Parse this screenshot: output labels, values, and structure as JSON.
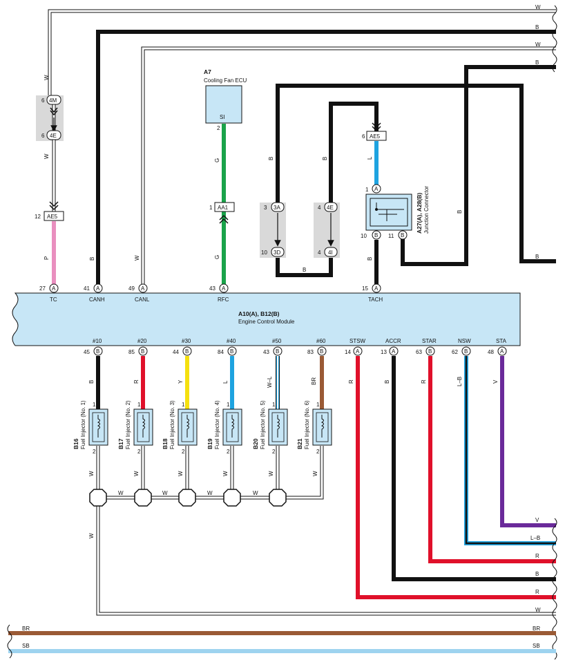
{
  "colors": {
    "B": "#111111",
    "W": "#ffffff",
    "G": "#1aa34a",
    "P": "#e98fbf",
    "L": "#1ea3e0",
    "R": "#e0102a",
    "Y": "#f5e00f",
    "BR": "#9a5a35",
    "V": "#6a2a9a",
    "SB": "#9ed3ef",
    "module_fill": "#c7e6f6",
    "connector_fill": "#d9d9d9",
    "component_fill": "#c7e6f6"
  },
  "ecm": {
    "title": "A10(A), B12(B)",
    "subtitle": "Engine Control Module"
  },
  "fan_ecu": {
    "id": "A7",
    "name": "Cooling Fan ECU",
    "terminal": "SI",
    "pin": "2"
  },
  "junction": {
    "title": "A27(A), A28(B)",
    "subtitle": "Junction Connector"
  },
  "ecm_top_pins": [
    {
      "label": "TC",
      "num": "27",
      "cav": "A"
    },
    {
      "label": "CANH",
      "num": "41",
      "cav": "A"
    },
    {
      "label": "CANL",
      "num": "49",
      "cav": "A"
    },
    {
      "label": "RFC",
      "num": "43",
      "cav": "A"
    },
    {
      "label": "TACH",
      "num": "15",
      "cav": "A"
    }
  ],
  "ecm_bottom_pins": [
    {
      "label": "#10",
      "num": "45",
      "cav": "B",
      "wire": "B"
    },
    {
      "label": "#20",
      "num": "85",
      "cav": "B",
      "wire": "R"
    },
    {
      "label": "#30",
      "num": "44",
      "cav": "B",
      "wire": "Y"
    },
    {
      "label": "#40",
      "num": "84",
      "cav": "B",
      "wire": "L"
    },
    {
      "label": "#50",
      "num": "43",
      "cav": "B",
      "wire": "W–L"
    },
    {
      "label": "#60",
      "num": "83",
      "cav": "B",
      "wire": "BR"
    },
    {
      "label": "STSW",
      "num": "14",
      "cav": "A",
      "wire": "R"
    },
    {
      "label": "ACCR",
      "num": "13",
      "cav": "A",
      "wire": "B"
    },
    {
      "label": "STAR",
      "num": "63",
      "cav": "B",
      "wire": "R"
    },
    {
      "label": "NSW",
      "num": "62",
      "cav": "B",
      "wire": "L–B"
    },
    {
      "label": "STA",
      "num": "48",
      "cav": "A",
      "wire": "V"
    }
  ],
  "injectors": [
    {
      "id": "B16",
      "name": "Fuel Injector (No. 1)"
    },
    {
      "id": "B17",
      "name": "Fuel Injector (No. 2)"
    },
    {
      "id": "B18",
      "name": "Fuel Injector (No. 3)"
    },
    {
      "id": "B19",
      "name": "Fuel Injector (No. 4)"
    },
    {
      "id": "B20",
      "name": "Fuel Injector (No. 5)"
    },
    {
      "id": "B21",
      "name": "Fuel Injector (No. 6)"
    }
  ],
  "connectors": {
    "c4M": "4M",
    "c4E_left": "4E",
    "cAE5_left": "AE5",
    "cAA1": "AA1",
    "c3A": "3A",
    "c3D": "3D",
    "c4E": "4E",
    "c4I": "4I",
    "cAE5_right": "AE5"
  },
  "right_exit_labels": {
    "top": [
      "W",
      "B",
      "W",
      "B",
      "B"
    ],
    "bottom": [
      "V",
      "L–B",
      "R",
      "B",
      "R",
      "W",
      "BR",
      "SB"
    ]
  },
  "wire_color_labels": {
    "W": "W",
    "B": "B",
    "G": "G",
    "P": "P",
    "L": "L",
    "R": "R",
    "Y": "Y",
    "BR": "BR",
    "WL": "W–L",
    "LB": "L–B",
    "V": "V"
  },
  "pin_numbers": {
    "n1": "1",
    "n2": "2",
    "n3": "3",
    "n4": "4",
    "n6": "6",
    "n10": "10",
    "n11": "11",
    "n12": "12",
    "cavA": "A",
    "cavB": "B"
  }
}
